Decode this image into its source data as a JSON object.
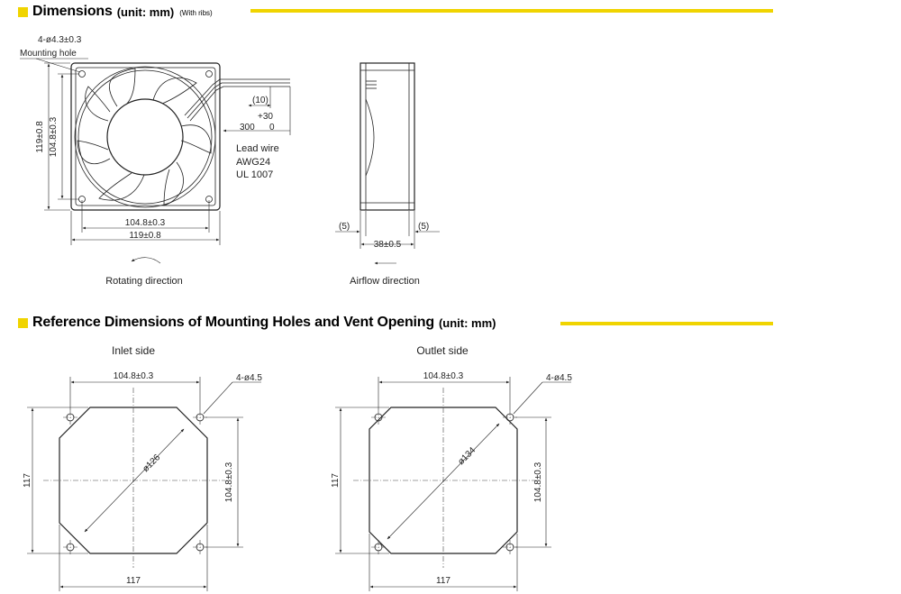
{
  "section1": {
    "title": "Dimensions",
    "unit": "(unit: mm)",
    "note": "(With ribs)",
    "accent_color": "#f0d400"
  },
  "front_view": {
    "hole_label": "4-ø4.3±0.3",
    "hole_sublabel": "Mounting hole",
    "dim_outer_v": "119±0.8",
    "dim_inner_v": "104.8±0.3",
    "dim_inner_h": "104.8±0.3",
    "dim_outer_h": "119±0.8",
    "lead_len_10": "(10)",
    "lead_tol": "+30",
    "lead_len": "300",
    "lead_tol_low": "0",
    "lead_wire_1": "Lead wire",
    "lead_wire_2": "AWG24",
    "lead_wire_3": "UL 1007",
    "rotate_label": "Rotating direction"
  },
  "side_view": {
    "dim_left": "(5)",
    "dim_right": "(5)",
    "dim_depth": "38±0.5",
    "airflow_label": "Airflow direction"
  },
  "section2": {
    "title": "Reference Dimensions of Mounting Holes and Vent Opening",
    "unit": "(unit: mm)"
  },
  "inlet": {
    "title": "Inlet side",
    "dim_top": "104.8±0.3",
    "hole_label": "4-ø4.5",
    "diameter": "ø126",
    "dim_right": "104.8±0.3",
    "dim_left": "117",
    "dim_bottom": "117"
  },
  "outlet": {
    "title": "Outlet side",
    "dim_top": "104.8±0.3",
    "hole_label": "4-ø4.5",
    "diameter": "ø134",
    "dim_right": "104.8±0.3",
    "dim_left": "117",
    "dim_bottom": "117"
  }
}
